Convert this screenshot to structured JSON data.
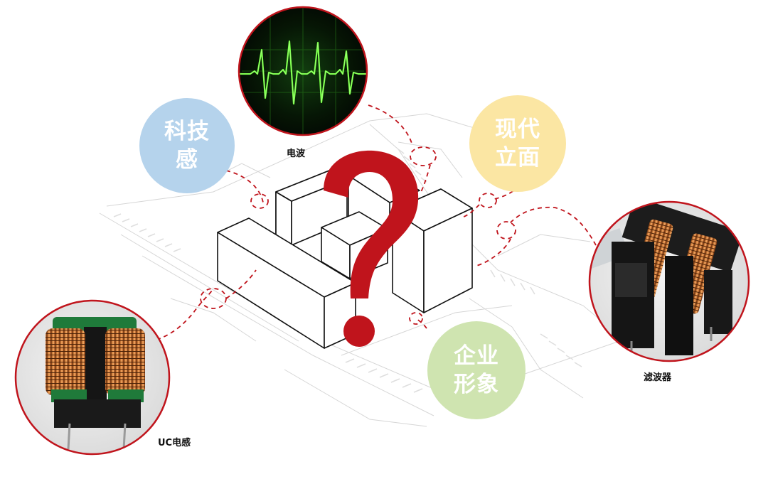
{
  "bubbles": {
    "tech": {
      "line1": "科技",
      "line2": "感"
    },
    "facade": {
      "line1": "现代",
      "line2": "立面"
    },
    "image": {
      "line1": "企业",
      "line2": "形象"
    }
  },
  "photos": {
    "wave": {
      "caption": "电波"
    },
    "filter": {
      "caption": "滤波器"
    },
    "uc": {
      "caption": "UC电感"
    }
  },
  "colors": {
    "accent_red": "#c0141c",
    "bubble_tech": "#b5d3ec",
    "bubble_facade": "#fbe6a3",
    "bubble_image": "#cfe4b0",
    "wave_green": "#6cff3a"
  }
}
